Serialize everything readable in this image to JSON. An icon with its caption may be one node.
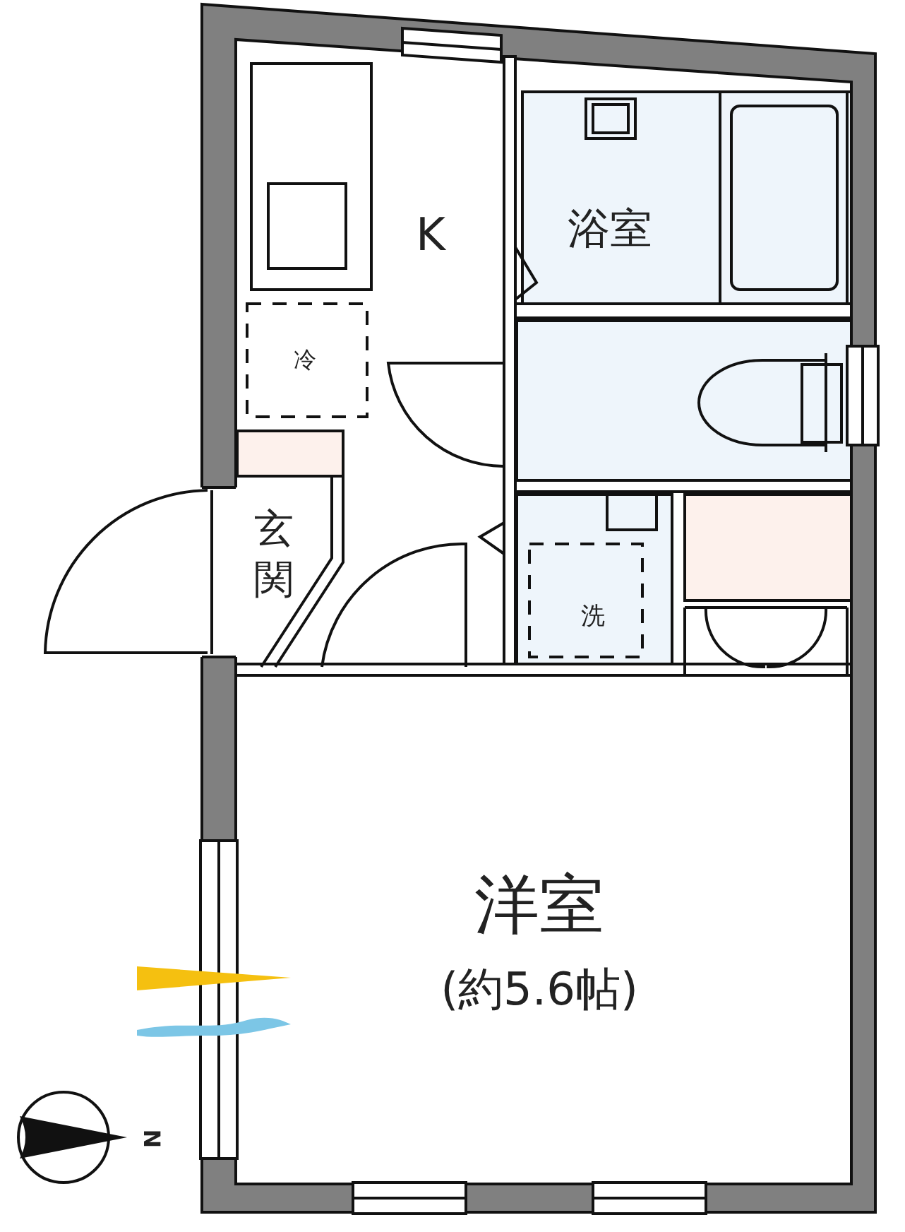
{
  "diagram": {
    "labels": [
      "K",
      "浴室",
      "冷",
      "玄関",
      "洗",
      "洋室",
      "(約5.6帖)",
      "N"
    ]
  }
}
